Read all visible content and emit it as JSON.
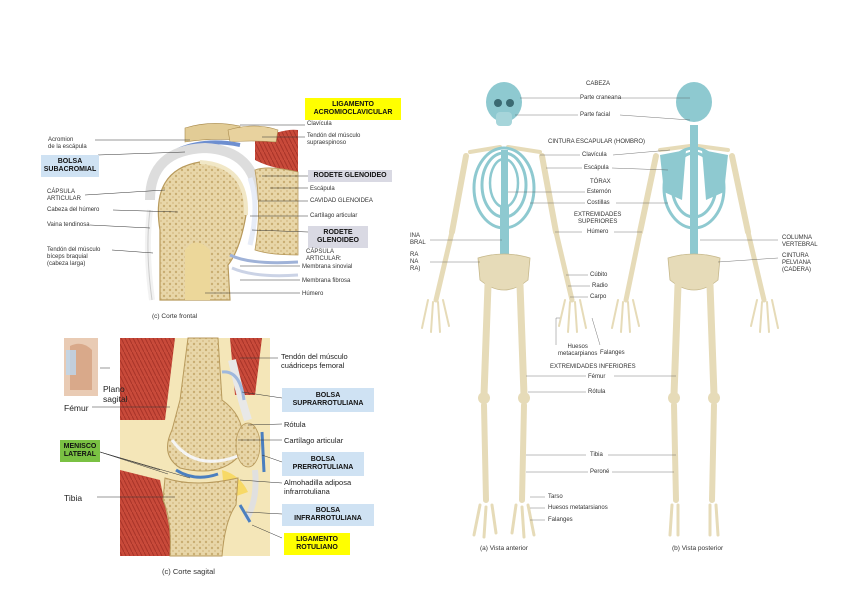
{
  "panel_shoulder": {
    "labels": {
      "acromion": "Acromion\nde la escápula",
      "clavicula": "Clavícula",
      "tendon_supra": "Tendón del músculo\nsupraespinoso",
      "capsula": "CÁPSULA\nARTICULAR",
      "cabeza_humero": "Cabeza del húmero",
      "vaina": "Vaina tendinosa",
      "tendon_biceps": "Tendón del músculo\nbíceps braquial\n(cabeza larga)",
      "escapula": "Escápula",
      "cavidad": "CAVIDAD GLENOIDEA",
      "cartilago": "Cartílago articular",
      "capsula_art2": "CÁPSULA\nARTICULAR:",
      "membrana_sinovial": "Membrana sinovial",
      "membrana_fibrosa": "Membrana fibrosa",
      "humero": "Húmero",
      "caption": "(c) Corte frontal"
    },
    "boxes": {
      "ligamento_acromio": "LIGAMENTO\nACROMIOCLAVICULAR",
      "bolsa_subacromial": "BOLSA\nSUBACROMIAL",
      "rodete1": "RODETE GLENOIDEO",
      "rodete2": "RODETE\nGLENOIDEO"
    }
  },
  "panel_knee": {
    "labels": {
      "plano": "Plano\nsagital",
      "femur": "Fémur",
      "tibia": "Tibia",
      "tendon_cuadriceps": "Tendón del músculo\ncuádriceps femoral",
      "rotula": "Rótula",
      "cartilago": "Cartílago articular",
      "almohadilla": "Almohadilla adiposa\ninfrarrotuliana",
      "caption": "(c) Corte sagital"
    },
    "boxes": {
      "menisco": "MENISCO\nLATERAL",
      "bolsa_supra": "BOLSA\nSUPRARROTULIANA",
      "bolsa_pre": "BOLSA\nPRERROTULIANA",
      "bolsa_infra": "BOLSA\nINFRARROTULIANA",
      "ligamento_rotuliano": "LIGAMENTO\nROTULIANO"
    }
  },
  "panel_skeleton": {
    "labels": {
      "cabeza": "CABEZA",
      "parte_craneana": "Parte craneana",
      "parte_facial": "Parte facial",
      "cintura_escapular": "CINTURA ESCAPULAR (HOMBRO)",
      "clavicula": "Clavícula",
      "escapula": "Escápula",
      "torax": "TÓRAX",
      "esternon": "Esternón",
      "costillas": "Costillas",
      "ext_sup": "EXTREMIDADES\nSUPERIORES",
      "humero": "Húmero",
      "columna_left": "INA\nBRAL",
      "cintura_left": "RA\nNA\nRA)",
      "columna_right": "COLUMNA\nVERTEBRAL",
      "cintura_pelvica": "CINTURA\nPELVIANA\n(CADERA)",
      "cubito": "Cúbito",
      "radio": "Radio",
      "carpo": "Carpo",
      "huesos_meta": "Huesos\nmetacarpianos",
      "falanges": "Falanges",
      "ext_inf": "EXTREMIDADES INFERIORES",
      "femur": "Fémur",
      "rotula": "Rótula",
      "tibia": "Tibia",
      "perone": "Peroné",
      "tarso": "Tarso",
      "huesos_metatarsianos": "Huesos metatarsianos",
      "falanges_pie": "Falanges",
      "caption_a": "(a) Vista anterior",
      "caption_b": "(b) Vista posterior"
    }
  }
}
